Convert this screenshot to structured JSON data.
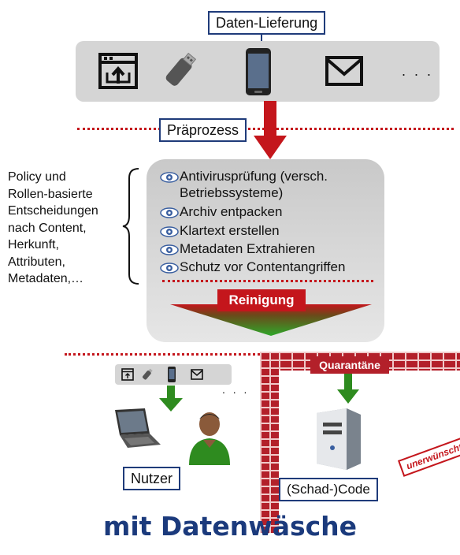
{
  "delivery": {
    "label": "Daten-Lieferung",
    "devices": [
      "upload-window-icon",
      "usb-stick-icon",
      "smartphone-icon",
      "envelope-icon"
    ],
    "more": ". . ."
  },
  "preprocess": {
    "label": "Präprozess"
  },
  "policy": {
    "text": "Policy und\nRollen-basierte\nEntscheidungen\nnach Content,\nHerkunft,\nAttributen,\nMetadaten,…"
  },
  "steps": [
    "Antivirusprüfung  (versch.",
    "Betriebssysteme)",
    "Archiv entpacken",
    "Klartext erstellen",
    "Metadaten Extrahieren",
    "Schutz vor Contentangriffen"
  ],
  "cleaning": {
    "label": "Reinigung"
  },
  "user_side": {
    "label": "Nutzer",
    "more": ". . ."
  },
  "quarantine": {
    "label": "Quarantäne",
    "code_label": "(Schad-)Code",
    "stamp": "unerwünscht"
  },
  "title": "mit Datenwäsche",
  "colors": {
    "accent_red": "#c4161c",
    "accent_green": "#2e8b1f",
    "title_blue": "#1b3a7c"
  }
}
